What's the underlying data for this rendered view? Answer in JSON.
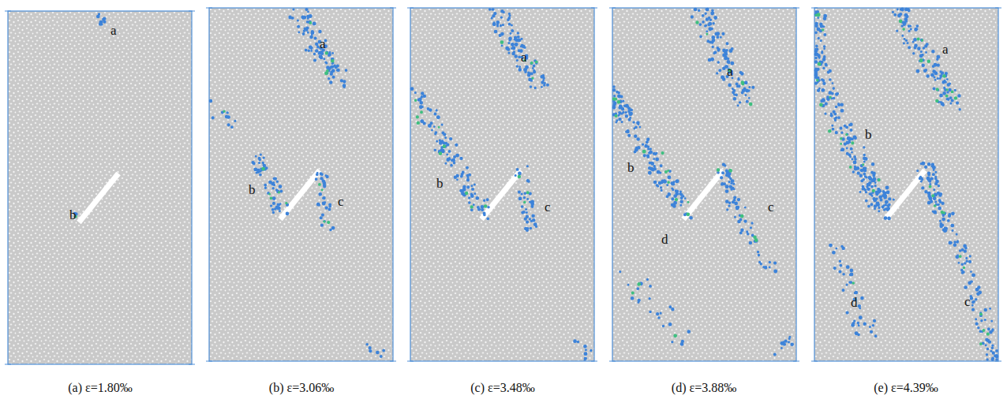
{
  "diagram": {
    "labels": [
      "a",
      "b",
      "(a) ε=1.80‰",
      "a",
      "b",
      "c",
      "(b) ε=3.06‰",
      "a",
      "b",
      "c",
      "(c) ε=3.48‰",
      "a",
      "b",
      "c",
      "d",
      "(d) ε=3.88‰",
      "a",
      "b",
      "c",
      "d",
      "(e) ε=4.39‰"
    ]
  }
}
